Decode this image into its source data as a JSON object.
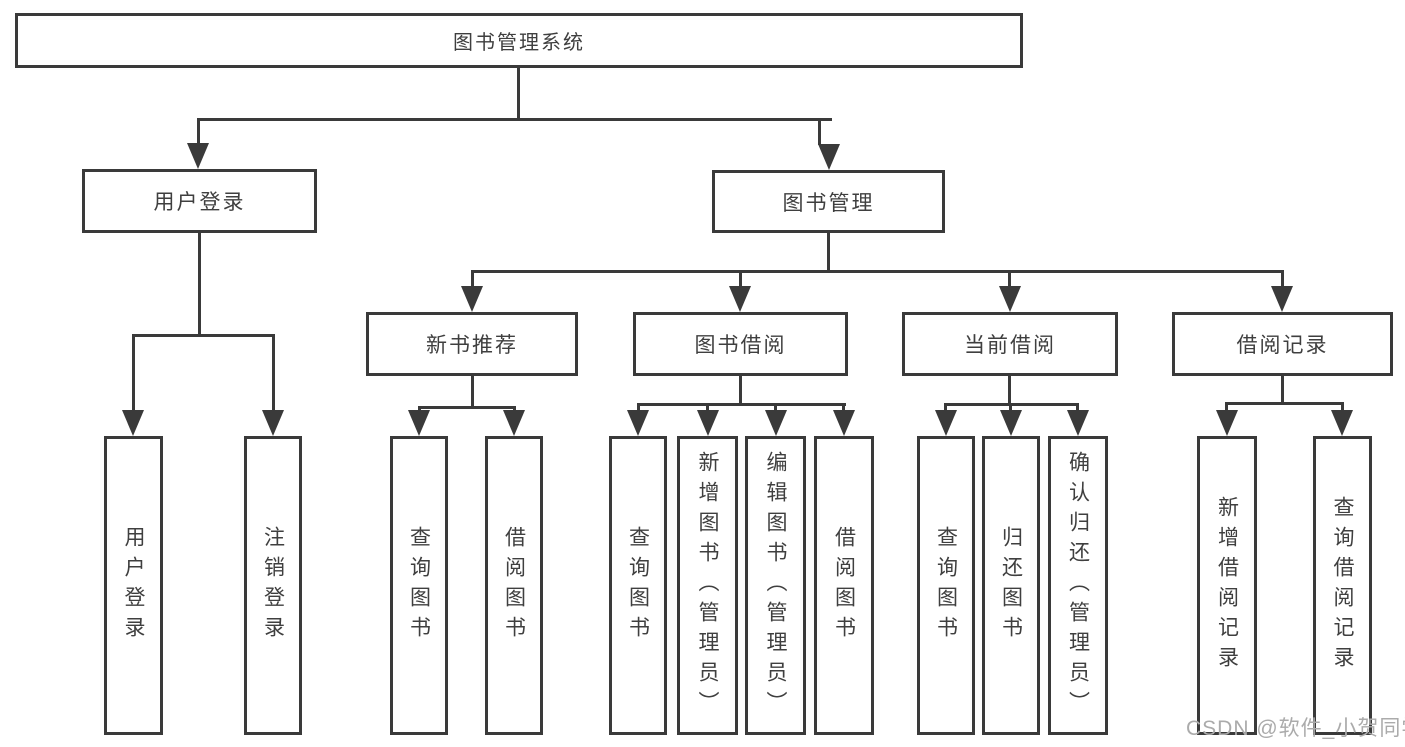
{
  "diagram": {
    "nodes": {
      "root": "图书管理系统",
      "user_login": "用户登录",
      "book_management": "图书管理",
      "new_book_recommend": "新书推荐",
      "book_borrow": "图书借阅",
      "current_borrow": "当前借阅",
      "borrow_records": "借阅记录",
      "user_login_leaf": "用户登录",
      "logout_leaf": "注销登录",
      "recommend_query_books": "查询图书",
      "recommend_borrow_books": "借阅图书",
      "borrow_query_books": "查询图书",
      "borrow_add_books": "新增图书（管理员）",
      "borrow_edit_books": "编辑图书（管理员）",
      "borrow_borrow_books": "借阅图书",
      "current_query_books": "查询图书",
      "current_return_books": "归还图书",
      "current_confirm_return": "确认归还（管理员）",
      "records_add": "新增借阅记录",
      "records_query": "查询借阅记录"
    },
    "hierarchy": {
      "图书管理系统": [
        "用户登录",
        "图书管理"
      ],
      "用户登录": [
        "用户登录",
        "注销登录"
      ],
      "图书管理": [
        "新书推荐",
        "图书借阅",
        "当前借阅",
        "借阅记录"
      ],
      "新书推荐": [
        "查询图书",
        "借阅图书"
      ],
      "图书借阅": [
        "查询图书",
        "新增图书（管理员）",
        "编辑图书（管理员）",
        "借阅图书"
      ],
      "当前借阅": [
        "查询图书",
        "归还图书",
        "确认归还（管理员）"
      ],
      "借阅记录": [
        "新增借阅记录",
        "查询借阅记录"
      ]
    },
    "watermark": "CSDN @软件_小贺同学",
    "colors": {
      "line": "#3a3a3a",
      "text": "#3f3f3f",
      "background": "#ffffff",
      "watermark": "#ababab"
    }
  }
}
